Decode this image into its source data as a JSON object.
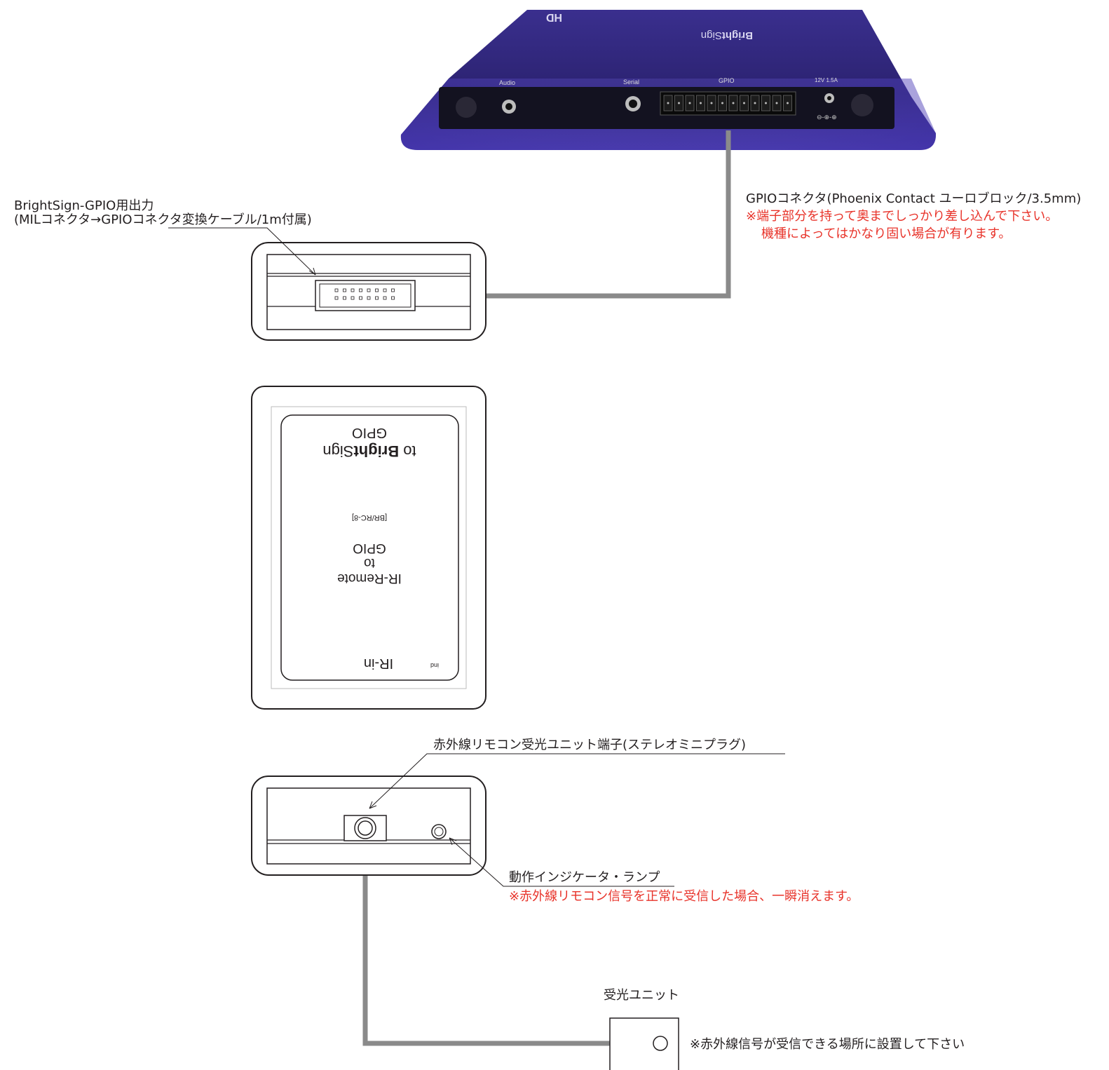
{
  "device": {
    "brand_first": "Bright",
    "brand_second": "Sign",
    "model": "HD",
    "ports": {
      "audio": "Audio",
      "serial": "Serial",
      "gpio": "GPIO",
      "power": "12V 1.5A"
    }
  },
  "gpio_connector": {
    "title": "GPIOコネクタ(Phoenix Contact ユーロブロック/3.5mm)",
    "note_1": "※端子部分を持って奥までしっかり差し込んで下さい。",
    "note_2": "機種によってはかなり固い場合が有ります。"
  },
  "gpio_output": {
    "title": "BrightSign-GPIO用出力",
    "subtitle": "(MILコネクタ→GPIOコネクタ変換ケーブル/1m付属)"
  },
  "module_label": {
    "to_prefix": "to ",
    "brand_bold": "Bright",
    "brand_rest": "Sign",
    "gpio": "GPIO",
    "model": "[BR/RC-8]",
    "line1": "IR-Remote",
    "line2": "to",
    "line3": "GPIO",
    "ir_in": "IR-in",
    "ind": "ind"
  },
  "ir_terminal": {
    "title": "赤外線リモコン受光ユニット端子(ステレオミニプラグ)"
  },
  "indicator": {
    "title": "動作インジケータ・ランプ",
    "note": "※赤外線リモコン信号を正常に受信した場合、一瞬消えます。"
  },
  "receiver": {
    "title": "受光ユニット",
    "note": "※赤外線信号が受信できる場所に設置して下さい"
  }
}
